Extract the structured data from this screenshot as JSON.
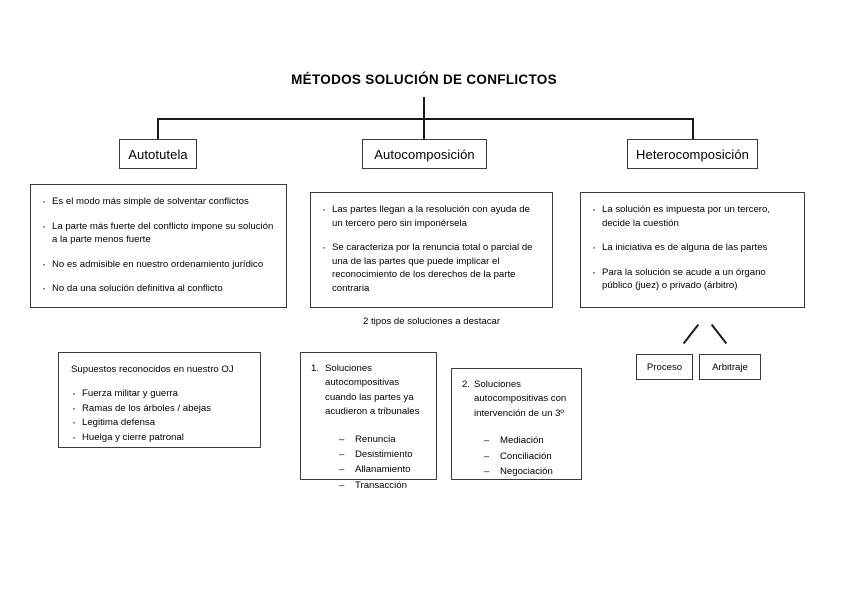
{
  "title": "MÉTODOS SOLUCIÓN DE CONFLICTOS",
  "categories": {
    "autotutela": "Autotutela",
    "autocomposicion": "Autocomposición",
    "heterocomposicion": "Heterocomposición"
  },
  "details": {
    "autotutela": [
      "Es el modo más simple de solventar conflictos",
      "La parte más fuerte del conflicto impone su solución a la parte menos fuerte",
      "No es admisible en nuestro ordenamiento jurídico",
      "No da una solución definitiva al conflicto"
    ],
    "autocomposicion": [
      "Las partes llegan a la resolución con ayuda de un tercero pero sin imponérsela",
      "Se caracteriza por la renuncia total o parcial de una de las partes que puede implicar el reconocimiento de los derechos de la parte contraria"
    ],
    "heterocomposicion": [
      "La solución es impuesta por un tercero, decide la cuestión",
      "La iniciativa es de alguna de las partes",
      "Para la solución se acude a un órgano público (juez) o privado (árbitro)"
    ]
  },
  "caption": "2 tipos de soluciones a destacar",
  "oj_box": {
    "title": "Supuestos reconocidos en nuestro OJ",
    "items": [
      "Fuerza militar y guerra",
      "Ramas de los árboles / abejas",
      "Legitima defensa",
      "Huelga y cierre patronal"
    ]
  },
  "solution_types": [
    {
      "marker": "1.",
      "heading": "Soluciones autocompositivas cuando las partes ya acudieron a tribunales",
      "items": [
        "Renuncia",
        "Desistimiento",
        "Allanamiento",
        "Transacción"
      ]
    },
    {
      "marker": "2.",
      "heading": "Soluciones autocompositivas con intervención de un 3º",
      "items": [
        "Mediación",
        "Conciliación",
        "Negociación"
      ]
    }
  ],
  "hetero_leaves": [
    "Proceso",
    "Arbitraje"
  ]
}
